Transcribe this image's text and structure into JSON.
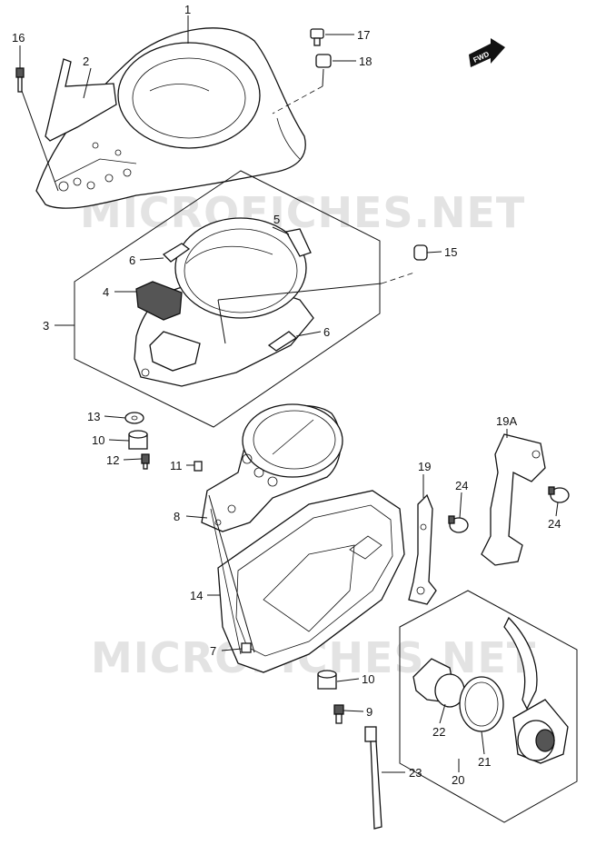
{
  "watermark": {
    "text_top": "MICROFICHES.NET",
    "text_bottom": "MICROFICHES.NET"
  },
  "direction_badge": {
    "label": "FWD"
  },
  "callouts": {
    "c1": "1",
    "c2": "2",
    "c3": "3",
    "c4": "4",
    "c5": "5",
    "c6a": "6",
    "c6b": "6",
    "c7": "7",
    "c8": "8",
    "c9": "9",
    "c10a": "10",
    "c10b": "10",
    "c11": "11",
    "c12": "12",
    "c13": "13",
    "c14": "14",
    "c15": "15",
    "c16": "16",
    "c17": "17",
    "c18": "18",
    "c19": "19",
    "c19a": "19A",
    "c20": "20",
    "c21": "21",
    "c22": "22",
    "c23": "23",
    "c24a": "24",
    "c24b": "24"
  }
}
